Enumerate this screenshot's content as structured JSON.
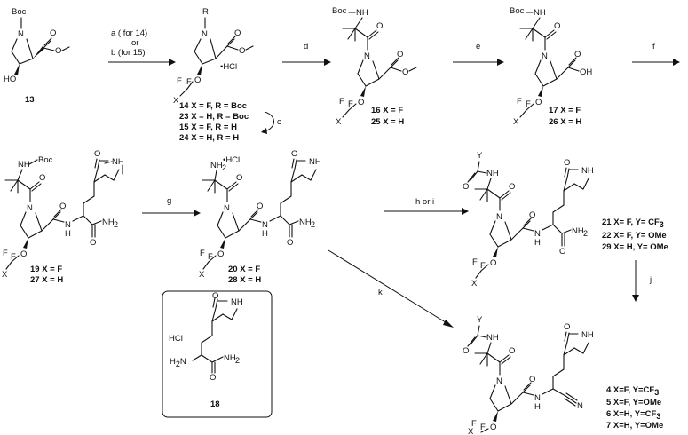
{
  "atoms": {
    "boc": "Boc",
    "n": "N",
    "nh": "NH",
    "o": "O",
    "ho": "HO",
    "oh": "OH",
    "f": "F",
    "x": "X",
    "y": "Y",
    "r": "R",
    "n_h": "H",
    "nh2": "NH",
    "nh2_sub": "2",
    "hcl": "HCl",
    "hcl_salt": "•HCl",
    "n_nitrile": "N",
    "h2n": "H",
    "h2n_sub": "2",
    "h2n_n": "N"
  },
  "reagents": {
    "a": "a ( for 14)",
    "or": "or",
    "b": "b (for 15)",
    "c": "c",
    "d": "d",
    "e": "e",
    "f": "f",
    "g": "g",
    "h_or_i": "h or i",
    "j": "j",
    "k": "k"
  },
  "compounds": {
    "c13": "13",
    "c14": "14 X = F, R = Boc",
    "c23": "23 X = H, R = Boc",
    "c15": "15 X = F, R = H",
    "c24": "24 X = H, R = H",
    "c16": "16 X = F",
    "c25": "25 X = H",
    "c17": "17 X = F",
    "c26": "26 X = H",
    "c19": "19  X = F",
    "c27": "27  X = H",
    "c20": "20  X = F",
    "c28": "28  X = H",
    "c18": "18",
    "c21": "21  X= F,  Y= CF",
    "c21_sub": "3",
    "c22": "22  X= F,  Y= OMe",
    "c29": "29  X= H,  Y= OMe",
    "c4": "4  X=F, Y=CF",
    "c4_sub": "3",
    "c5": "5  X=F, Y=OMe",
    "c6": "6  X=H, Y=CF",
    "c6_sub": "3",
    "c7": "7  X=H, Y=OMe"
  }
}
